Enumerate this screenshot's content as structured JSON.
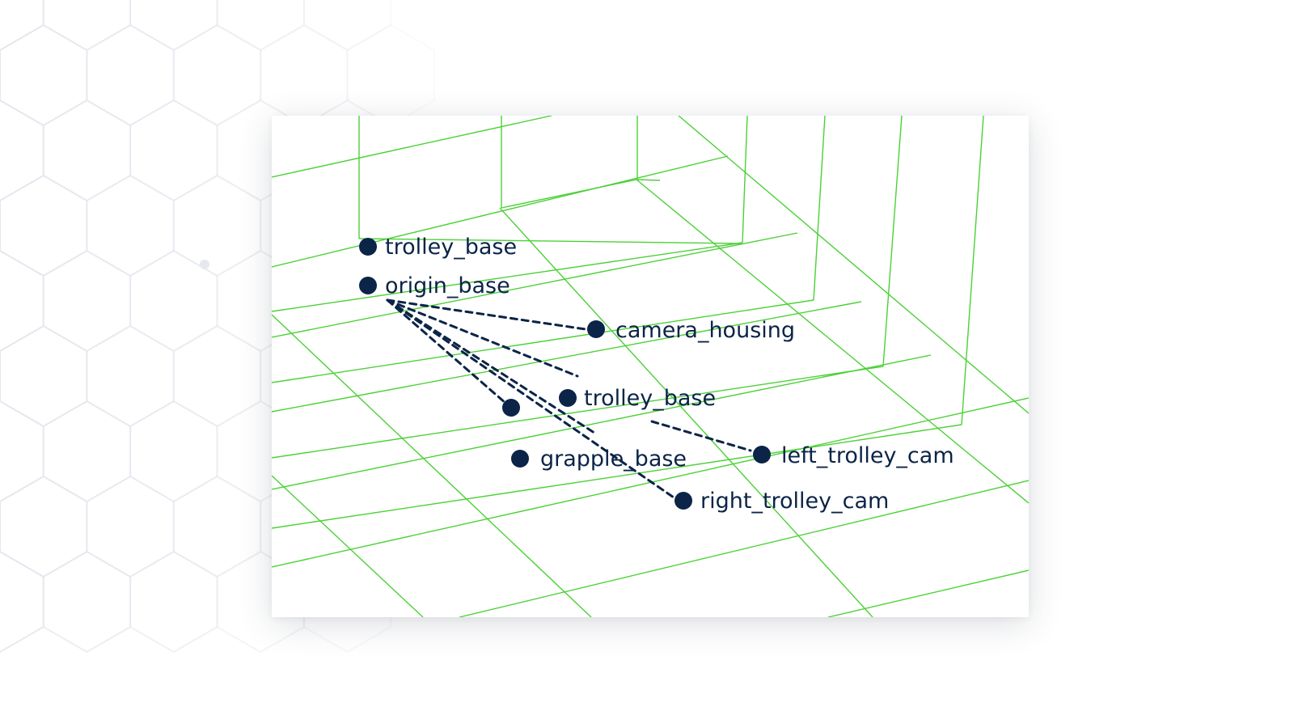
{
  "colors": {
    "grid": "#4cd137",
    "node": "#0b2447",
    "connector": "#0b2447",
    "label": "#0b2447",
    "background_pattern": "#e6e8ee"
  },
  "frames": {
    "trolley_base_top": "trolley_base",
    "origin_base": "origin_base",
    "camera_housing": "camera_housing",
    "trolley_base_mid": "trolley_base",
    "unlabeled": "",
    "grapple_base": "grapple_base",
    "left_trolley_cam": "left_trolley_cam",
    "right_trolley_cam": "right_trolley_cam"
  }
}
